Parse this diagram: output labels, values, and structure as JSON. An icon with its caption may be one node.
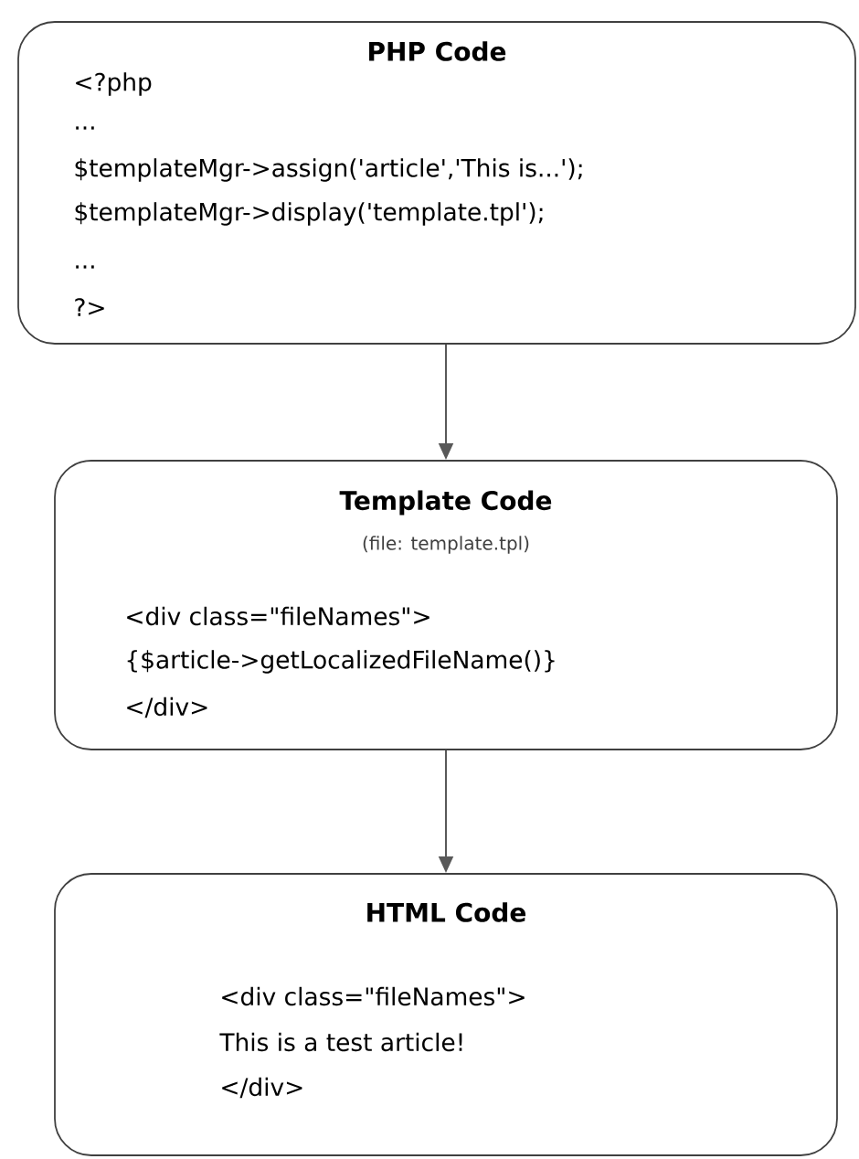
{
  "diagram": {
    "nodes": [
      {
        "text": [
          "PHP Code",
          "<?php",
          "...",
          "$templateMgr->assign('article','This is...');",
          "$templateMgr->display('template.tpl');",
          "...",
          "?>"
        ]
      },
      {
        "text": [
          "Template Code",
          "(file: template.tpl)",
          "<div class=\"fileNames\">",
          "{$article->getLocalizedFileName()}",
          "</div>"
        ]
      },
      {
        "text": [
          "HTML Code",
          "<div class=\"fileNames\">",
          "This is a test article!",
          "</div>"
        ]
      }
    ],
    "edges": [
      {
        "from": 0,
        "to": 1,
        "arrow": "to"
      },
      {
        "from": 1,
        "to": 2,
        "arrow": "to"
      }
    ]
  }
}
